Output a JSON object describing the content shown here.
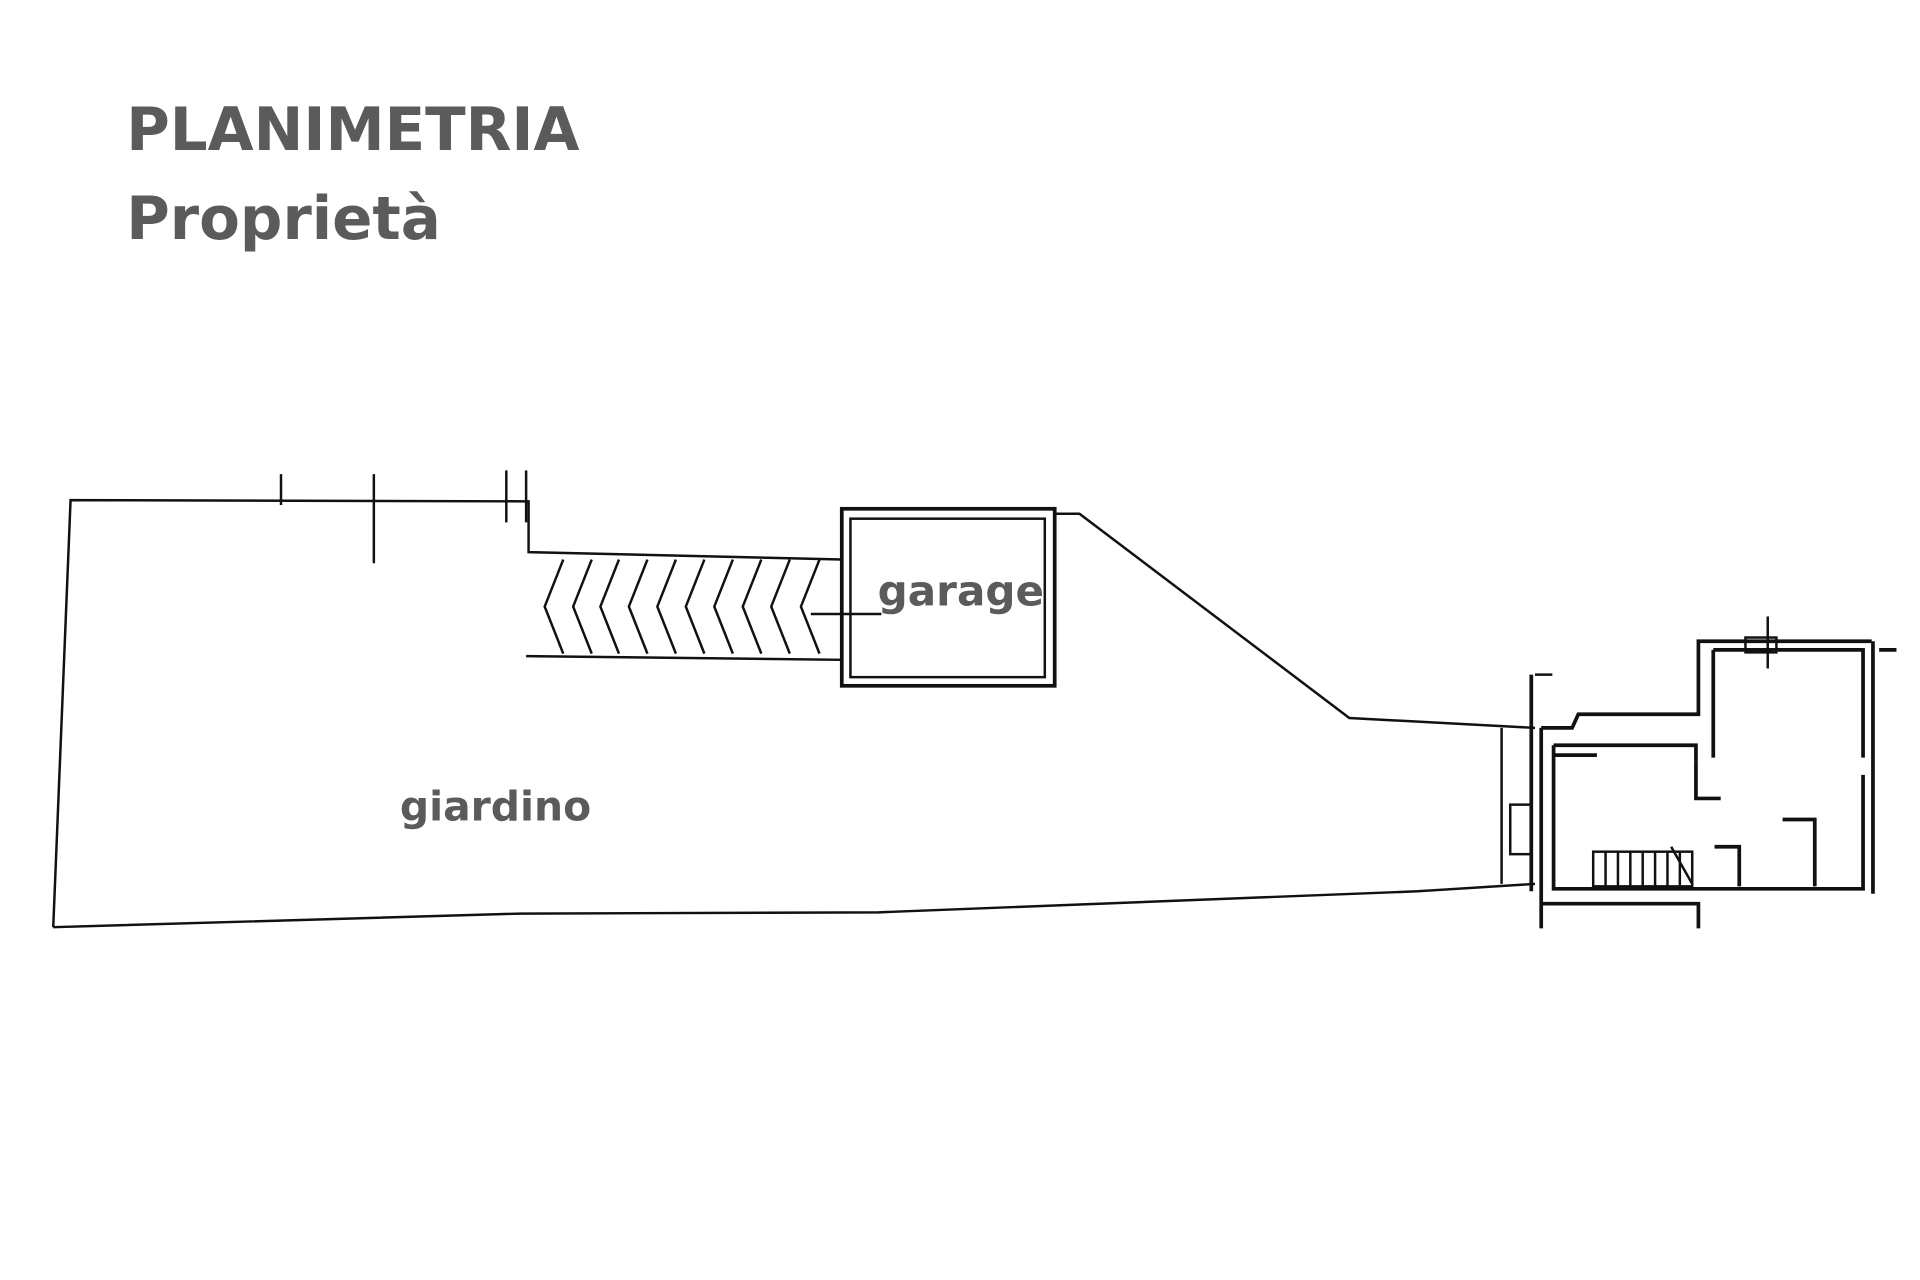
{
  "title": {
    "line1": "PLANIMETRIA",
    "line2": "Proprietà"
  },
  "labels": {
    "garage": "garage",
    "garden": "giardino"
  }
}
